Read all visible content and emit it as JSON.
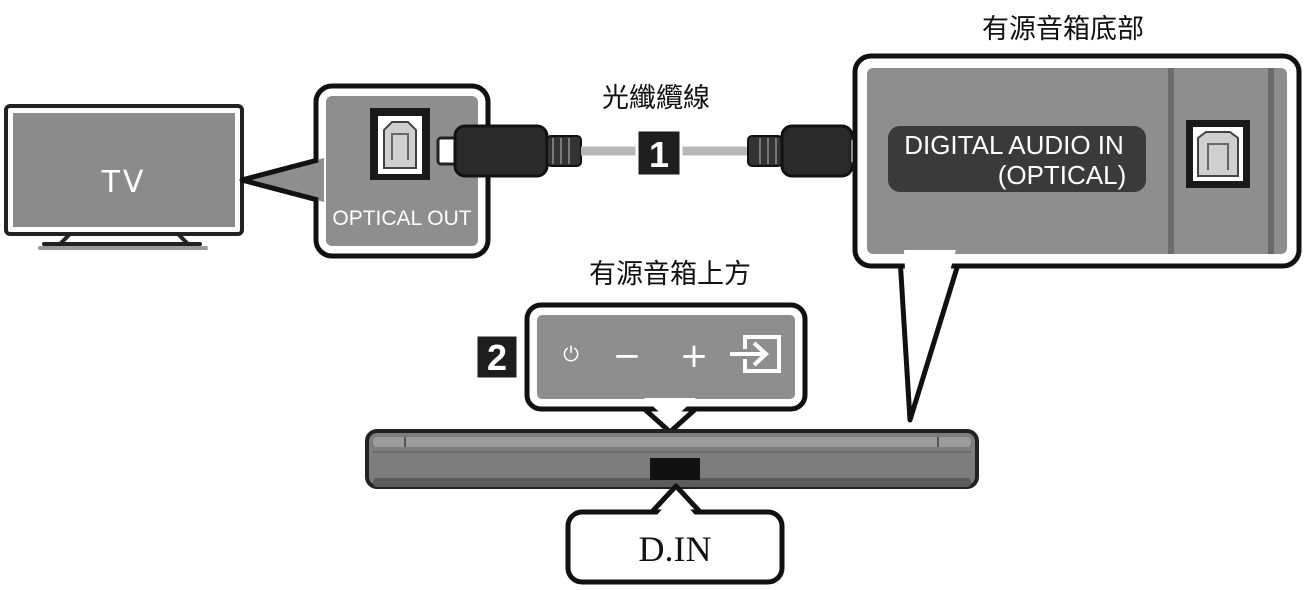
{
  "tv": {
    "label": "TV"
  },
  "tv_port": {
    "label": "OPTICAL OUT"
  },
  "cable": {
    "label": "光纖纜線"
  },
  "steps": {
    "step1": "1",
    "step2": "2"
  },
  "soundbar_bottom": {
    "title": "有源音箱底部",
    "input_line1": "DIGITAL AUDIO IN",
    "input_line2": "(OPTICAL)"
  },
  "soundbar_top": {
    "title": "有源音箱上方",
    "buttons": {
      "power": "⏻",
      "minus": "−",
      "plus": "+"
    }
  },
  "display": {
    "text": "D.IN"
  },
  "icons": {
    "tv": "tv-icon",
    "power": "power-icon",
    "volume_down": "minus-icon",
    "volume_up": "plus-icon",
    "source": "source-input-icon",
    "optical_port": "optical-port-icon",
    "cable_plug": "optical-plug-icon"
  },
  "colors": {
    "panel_gray": "#8e8e8e",
    "dark_badge": "#3a3a3a",
    "outline": "#111111"
  }
}
